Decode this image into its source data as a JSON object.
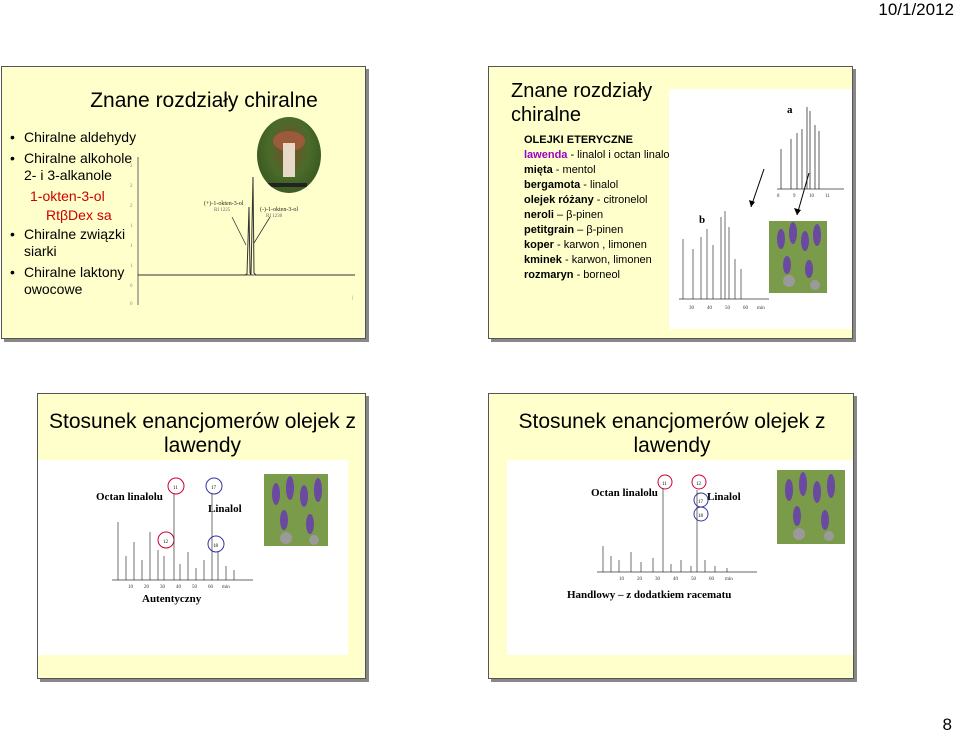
{
  "header": {
    "date": "10/1/2012"
  },
  "footer": {
    "page": "8"
  },
  "slide1": {
    "title": "Znane rozdziały chiralne",
    "bullets": [
      "Chiralne aldehydy",
      "Chiralne alkohole 2- i 3-alkanole"
    ],
    "sub1": "1-okten-3-ol",
    "sub2": "RtβDex sa",
    "bullets2": [
      "Chiralne związki siarki",
      "Chiralne laktony owocowe"
    ],
    "peak1": "(+)-1-okten-3-ol",
    "peak1_ri": "RI 1225",
    "peak2": "(-)-1-okten-3-ol",
    "peak2_ri": "RI 1230"
  },
  "slide2": {
    "title": "Znane rozdziały chiralne",
    "heading": "OLEJKI ETERYCZNE",
    "lines": [
      {
        "name": "lawenda",
        "rest": " - linalol i octan linalolu"
      },
      {
        "name": "mięta",
        "rest": " - mentol"
      },
      {
        "name": "bergamota",
        "rest": " - linalol"
      },
      {
        "name": "olejek różany",
        "rest": " - citronelol"
      },
      {
        "name": "neroli",
        "rest": " – β-pinen"
      },
      {
        "name": "petitgrain",
        "rest": " – β-pinen"
      },
      {
        "name": "koper",
        "rest": " - karwon , limonen"
      },
      {
        "name": "kminek",
        "rest": " - karwon, limonen"
      },
      {
        "name": "rozmaryn",
        "rest": " - borneol"
      }
    ],
    "label_a": "a",
    "label_b": "b",
    "axis_a": [
      "8",
      "9",
      "10",
      "11"
    ],
    "axis_b": [
      "30",
      "40",
      "50",
      "60",
      "min"
    ]
  },
  "slide3": {
    "title": "Stosunek enancjomerów olejek z lawendy",
    "label_left": "Octan linalolu",
    "label_right": "Linalol",
    "caption": "Autentyczny",
    "peaks": [
      "11",
      "12",
      "17",
      "18"
    ],
    "axis": [
      "10",
      "20",
      "30",
      "40",
      "50",
      "60",
      "min"
    ]
  },
  "slide4": {
    "title": "Stosunek enancjomerów olejek z lawendy",
    "label_left": "Octan linalolu",
    "label_right": "Linalol",
    "caption": "Handlowy – z dodatkiem racematu",
    "peaks": [
      "11",
      "12",
      "17",
      "18"
    ],
    "axis": [
      "10",
      "20",
      "30",
      "40",
      "50",
      "60",
      "min"
    ]
  },
  "colors": {
    "slide_bg": "#ffffcc",
    "red": "#cc0000",
    "purple": "#9900cc",
    "circle_red": "#cc0033",
    "circle_blue": "#3333aa"
  }
}
